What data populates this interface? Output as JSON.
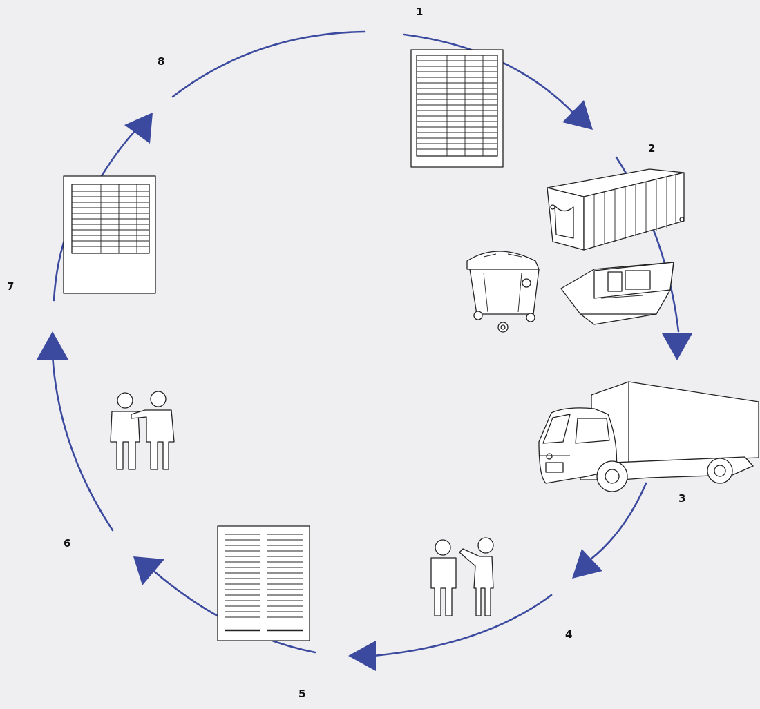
{
  "diagram": {
    "type": "cycle",
    "steps": [
      {
        "number": "1",
        "icon": "spreadsheet-form-icon"
      },
      {
        "number": "2",
        "icon": "waste-containers-icon"
      },
      {
        "number": "3",
        "icon": "truck-icon"
      },
      {
        "number": "4",
        "icon": "people-pointing-icon"
      },
      {
        "number": "5",
        "icon": "document-report-icon"
      },
      {
        "number": "6",
        "icon": "people-together-icon"
      },
      {
        "number": "7",
        "icon": "spreadsheet-form-icon"
      },
      {
        "number": "8",
        "icon": "none"
      }
    ],
    "colors": {
      "background": "#efeff2",
      "arrow": "#3b4a9e",
      "line_art": "#222222"
    }
  }
}
